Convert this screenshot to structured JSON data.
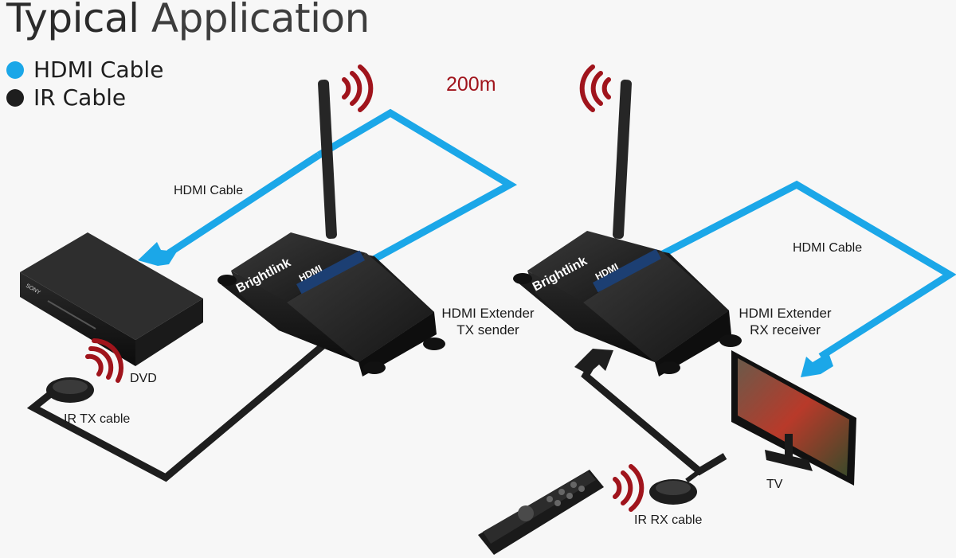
{
  "title": {
    "word1": "Typical",
    "word2": "Application"
  },
  "legend": [
    {
      "label": "HDMI Cable",
      "color": "#1ba7e8"
    },
    {
      "label": "IR Cable",
      "color": "#1e1e1e"
    }
  ],
  "distance": "200m",
  "labels": {
    "hdmi_cable_left": "HDMI Cable",
    "hdmi_cable_right": "HDMI Cable",
    "tx_line1": "HDMI Extender",
    "tx_line2": "TX sender",
    "rx_line1": "HDMI Extender",
    "rx_line2": "RX receiver",
    "dvd": "DVD",
    "ir_tx": "IR TX cable",
    "ir_rx": "IR RX cable",
    "tv": "TV"
  },
  "devices": {
    "dvd_brand": "SONY",
    "extender_logo": "HDMI",
    "brand": "Brightlink"
  },
  "colors": {
    "hdmi_cable": "#1ba7e8",
    "ir_cable": "#1e1e1e",
    "wifi_signal": "#a0141c"
  },
  "icons": [
    "wifi-signal-icon",
    "arrow-icon",
    "remote-control-icon",
    "ir-receiver-icon"
  ]
}
